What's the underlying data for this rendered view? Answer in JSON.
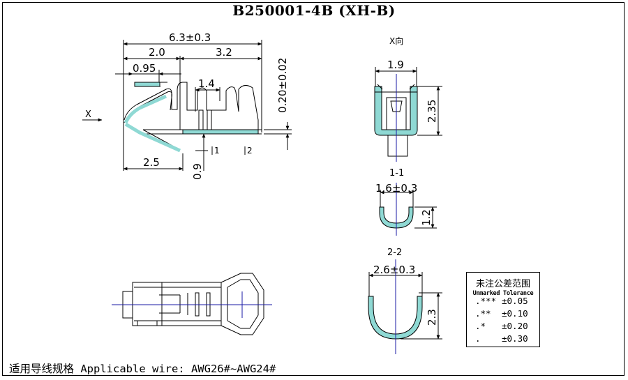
{
  "title": "B250001-4B  (XH-B)",
  "footer": "适用导线规格 Applicable wire: AWG26#~AWG24#",
  "side_view": {
    "view_marker": "X",
    "dims": {
      "overall_length": "6.3±0.3",
      "left_length": "2.0",
      "right_length": "3.2",
      "tip": "0.95",
      "slot": "1.4",
      "thickness": "0.20±0.02",
      "front": "2.5",
      "gap": "0.9"
    },
    "sections": [
      "1",
      "2"
    ]
  },
  "x_view": {
    "label": "X向",
    "width": "1.9",
    "height": "2.35"
  },
  "section_1": {
    "label": "1-1",
    "width": "1.6±0.3",
    "height": "1.2"
  },
  "section_2": {
    "label": "2-2",
    "width": "2.6±0.3",
    "height": "2.3"
  },
  "tolerance_table": {
    "title": "未注公差范围",
    "subtitle": "Unmarked Tolerance",
    "rows": [
      {
        "mark": ".***",
        "value": "±0.05"
      },
      {
        "mark": ".**",
        "value": "±0.10"
      },
      {
        "mark": ".*",
        "value": "±0.20"
      },
      {
        "mark": ".",
        "value": "±0.30"
      }
    ]
  },
  "colors": {
    "fill": "#8fd9d4",
    "centerline": "#1a1aa6",
    "ink": "#000000"
  }
}
